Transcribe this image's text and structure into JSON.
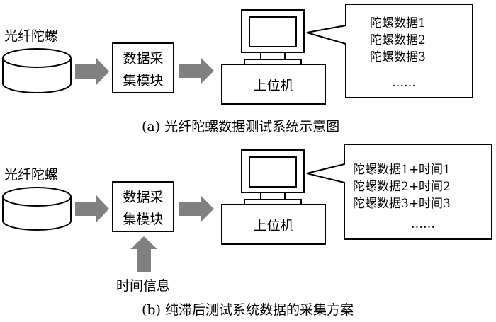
{
  "diagram_a": {
    "sensor_label": "光纤陀螺",
    "module_line1": "数据采",
    "module_line2": "集模块",
    "computer_label": "上位机",
    "bubble_lines": [
      "陀螺数据1",
      "陀螺数据2",
      "陀螺数据3",
      "……"
    ],
    "caption": "(a) 光纤陀螺数据测试系统示意图"
  },
  "diagram_b": {
    "sensor_label": "光纤陀螺",
    "module_line1": "数据采",
    "module_line2": "集模块",
    "computer_label": "上位机",
    "time_label": "时间信息",
    "bubble_lines": [
      "陀螺数据1+时间1",
      "陀螺数据2+时间2",
      "陀螺数据3+时间3",
      "……"
    ],
    "caption": "(b) 纯滞后测试系统数据的采集方案"
  },
  "colors": {
    "arrow": "#808080",
    "stroke": "#000000",
    "background": "#ffffff"
  }
}
